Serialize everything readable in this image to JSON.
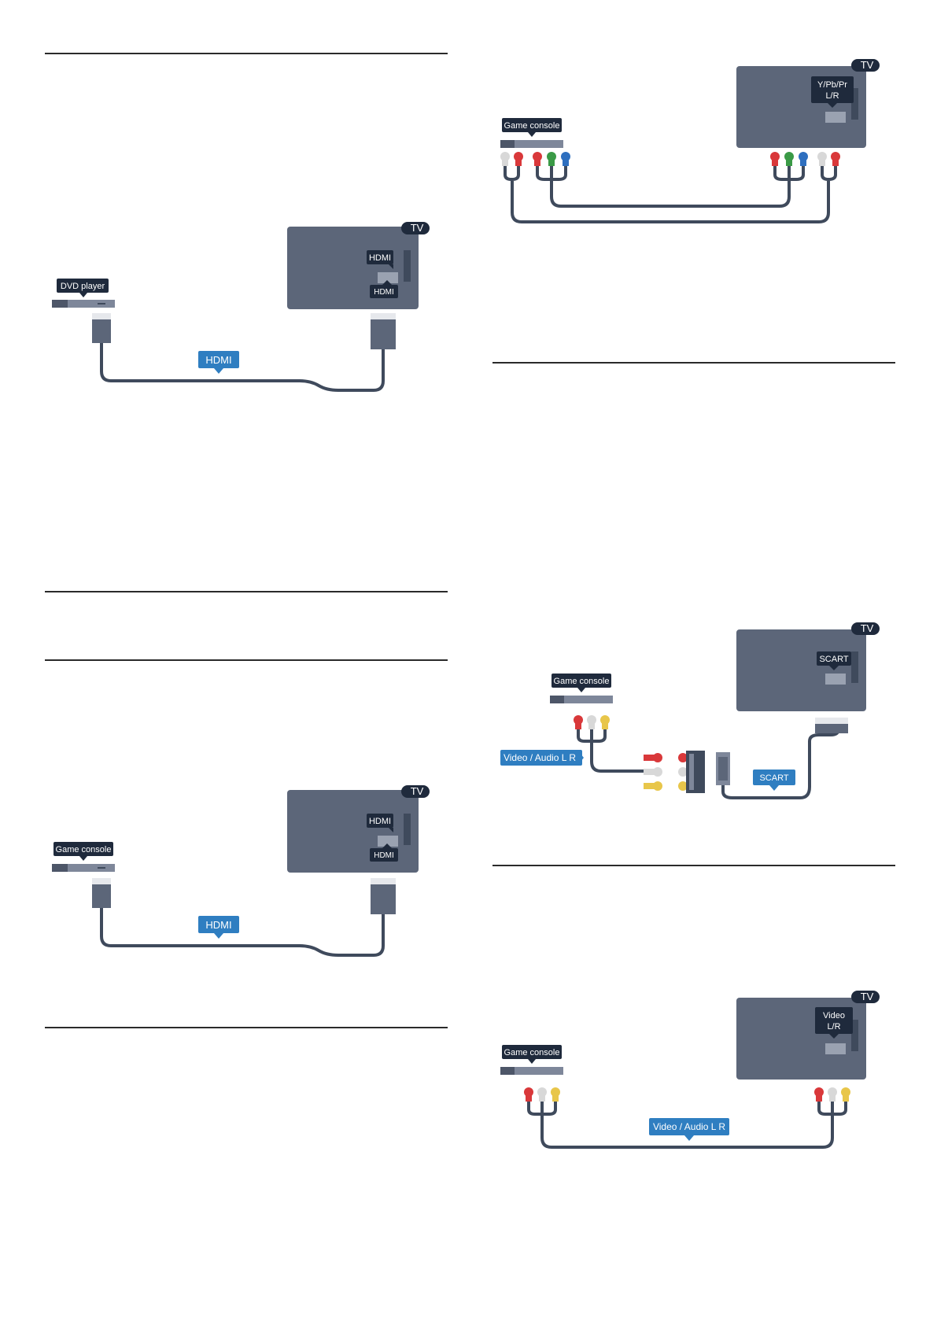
{
  "diagrams": {
    "dvd_hdmi": {
      "tv_badge": "TV",
      "device_label": "DVD player",
      "tv_port_label": "HDMI",
      "tv_port_sub_label": "HDMI",
      "cable_label": "HDMI"
    },
    "console_hdmi": {
      "tv_badge": "TV",
      "device_label": "Game console",
      "tv_port_label": "HDMI",
      "tv_port_sub_label": "HDMI",
      "cable_label": "HDMI"
    },
    "console_ypbpr": {
      "tv_badge": "TV",
      "device_label": "Game console",
      "tv_port_label_line1": "Y/Pb/Pr",
      "tv_port_label_line2": "L/R"
    },
    "console_scart": {
      "tv_badge": "TV",
      "device_label": "Game console",
      "tv_port_label": "SCART",
      "input_label": "Video / Audio L R",
      "cable_label": "SCART"
    },
    "console_cvbs": {
      "tv_badge": "TV",
      "device_label": "Game console",
      "tv_port_label_line1": "Video",
      "tv_port_label_line2": "L/R",
      "cable_label": "Video / Audio L R"
    }
  },
  "colors": {
    "tv_body": "#5c6679",
    "cable": "#3f4a5c",
    "label_dark": "#1f2a3c",
    "label_blue": "#2f7ec1",
    "rca_red": "#d9383a",
    "rca_green": "#3a9a46",
    "rca_blue": "#2e6fbf",
    "rca_white": "#d8d8d8",
    "rca_yellow": "#e8c64a"
  }
}
